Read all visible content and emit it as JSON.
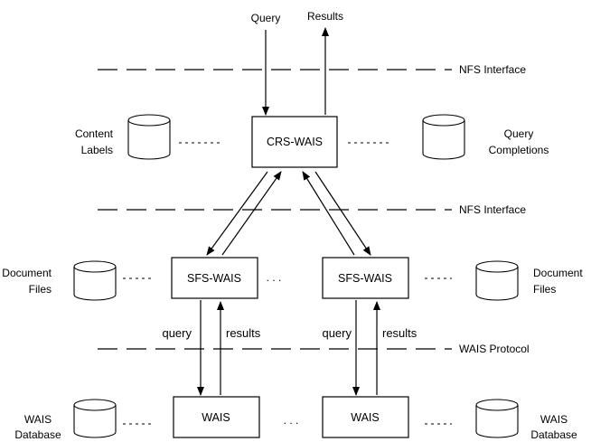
{
  "top": {
    "query_label": "Query",
    "results_label": "Results"
  },
  "interfaces": {
    "nfs_top": "NFS Interface",
    "nfs_middle": "NFS Interface",
    "wais_protocol": "WAIS Protocol"
  },
  "crs": {
    "box_label": "CRS-WAIS",
    "left_store": [
      "Content",
      "Labels"
    ],
    "right_store": [
      "Query",
      "Completions"
    ]
  },
  "sfs": {
    "left_box_label": "SFS-WAIS",
    "right_box_label": "SFS-WAIS",
    "left_store": [
      "Document",
      "Files"
    ],
    "right_store": [
      "Document",
      "Files"
    ],
    "between_dots": ". . ."
  },
  "wais": {
    "left_box_label": "WAIS",
    "right_box_label": "WAIS",
    "left_store": [
      "WAIS",
      "Database"
    ],
    "right_store": [
      "WAIS",
      "Database"
    ],
    "between_dots": ". . ."
  },
  "arrows": {
    "left_query": "query",
    "left_results": "results",
    "right_query": "query",
    "right_results": "results"
  }
}
